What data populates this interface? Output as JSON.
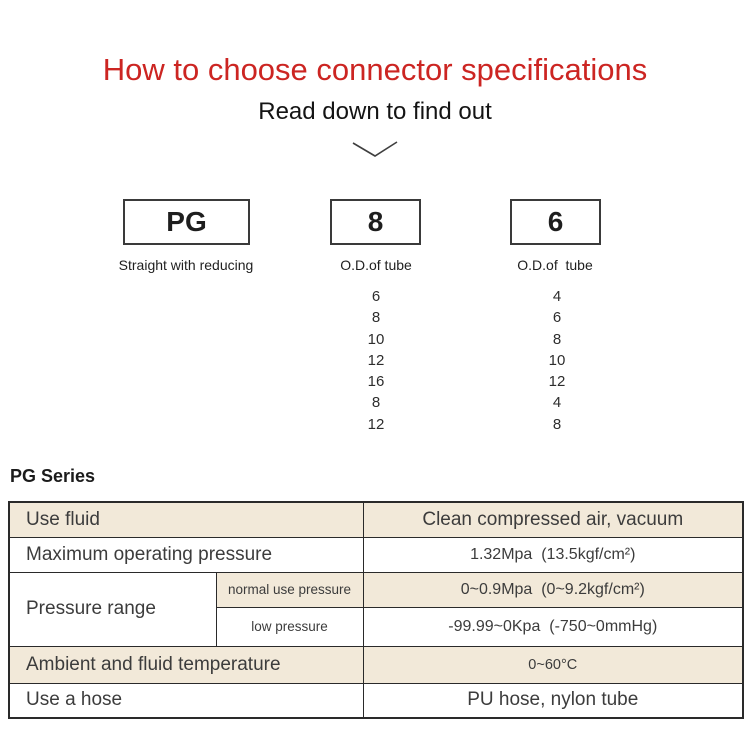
{
  "colors": {
    "title_red": "#cc2522",
    "row_beige": "#f2e9d9",
    "table_border": "#2a2a2a",
    "text_dark": "#1c1c1c"
  },
  "header": {
    "title": "How to choose connector specifications",
    "subtitle": "Read down to find out",
    "chevron_icon": "chevron-down"
  },
  "selector": {
    "boxes": [
      {
        "code": "PG",
        "caption": "Straight with reducing",
        "options": []
      },
      {
        "code": "8",
        "caption": "O.D.of tube",
        "options": [
          "6",
          "8",
          "10",
          "12",
          "16",
          "8",
          "12"
        ]
      },
      {
        "code": "6",
        "caption": "O.D.of  tube",
        "options": [
          "4",
          "6",
          "8",
          "10",
          "12",
          "4",
          "8"
        ]
      }
    ]
  },
  "series": {
    "heading": "PG Series"
  },
  "spec_table": {
    "rows": [
      {
        "label": "Use fluid",
        "value": "Clean compressed air, vacuum"
      },
      {
        "label": "Maximum operating pressure",
        "value": "1.32Mpa  (13.5kgf/cm²)"
      },
      {
        "label": "Pressure range",
        "sub_rows": [
          {
            "label": "normal use pressure",
            "value": "0~0.9Mpa  (0~9.2kgf/cm²)"
          },
          {
            "label": "low pressure",
            "value": "-99.99~0Kpa  (-750~0mmHg)"
          }
        ]
      },
      {
        "label": "Ambient and fluid temperature",
        "value": "0~60°C"
      },
      {
        "label": "Use a hose",
        "value": "PU hose, nylon tube"
      }
    ]
  }
}
